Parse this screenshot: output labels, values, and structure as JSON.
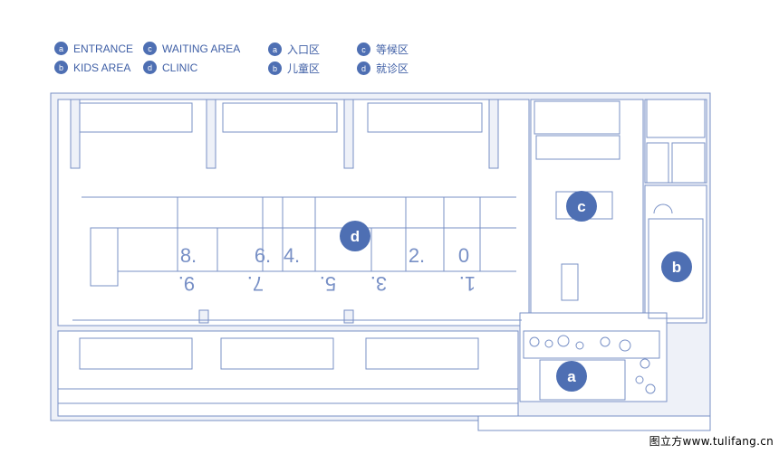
{
  "colors": {
    "line": "#6d86bf",
    "marker": "#4e6fb3",
    "wall_fill": "#e8ecf5"
  },
  "legend_en": [
    {
      "letter": "a",
      "label": "ENTRANCE"
    },
    {
      "letter": "b",
      "label": "KIDS AREA"
    },
    {
      "letter": "c",
      "label": "WAITING AREA"
    },
    {
      "letter": "d",
      "label": "CLINIC"
    }
  ],
  "legend_cn": [
    {
      "letter": "a",
      "label": "入口区"
    },
    {
      "letter": "b",
      "label": "儿童区"
    },
    {
      "letter": "c",
      "label": "等候区"
    },
    {
      "letter": "d",
      "label": "就诊区"
    }
  ],
  "markers": {
    "a": "a",
    "b": "b",
    "c": "c",
    "d": "d"
  },
  "room_numbers": {
    "top": [
      "8.",
      "6.",
      "4.",
      "2.",
      "0"
    ],
    "bottom": [
      "9.",
      "7.",
      "5.",
      "3.",
      "1."
    ]
  },
  "watermark": "图立方www.tulifang.cn"
}
